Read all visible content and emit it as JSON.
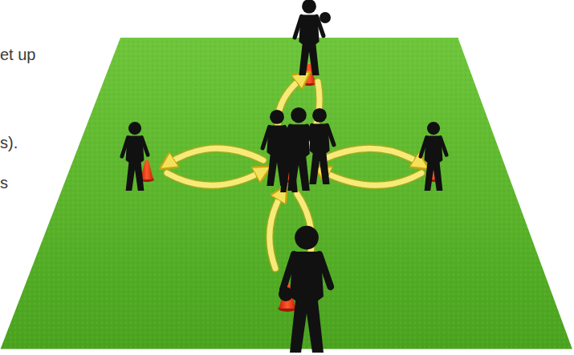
{
  "diagram": {
    "labels": [
      "et up",
      "s).",
      "s"
    ]
  }
}
